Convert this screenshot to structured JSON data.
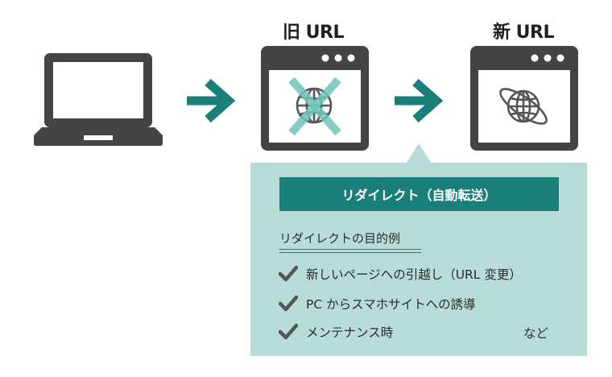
{
  "labels": {
    "old_url": "旧 URL",
    "new_url": "新 URL"
  },
  "icons": {
    "computer": "laptop-icon",
    "arrow": "arrow-right-icon",
    "old_page": "globe-crossed-out-icon",
    "new_page": "globe-orbit-icon"
  },
  "panel": {
    "title": "リダイレクト（自動転送）",
    "subtitle": "リダイレクトの目的例",
    "items": [
      "新しいページへの引越し（URL 変更）",
      "PC からスマホサイトへの誘導",
      "メンテナンス時"
    ],
    "trailing": "など"
  },
  "colors": {
    "teal": "#1a7e79",
    "panel_bg": "#b8dcd8",
    "cross": "#6fc4bb",
    "dark": "#444444"
  }
}
